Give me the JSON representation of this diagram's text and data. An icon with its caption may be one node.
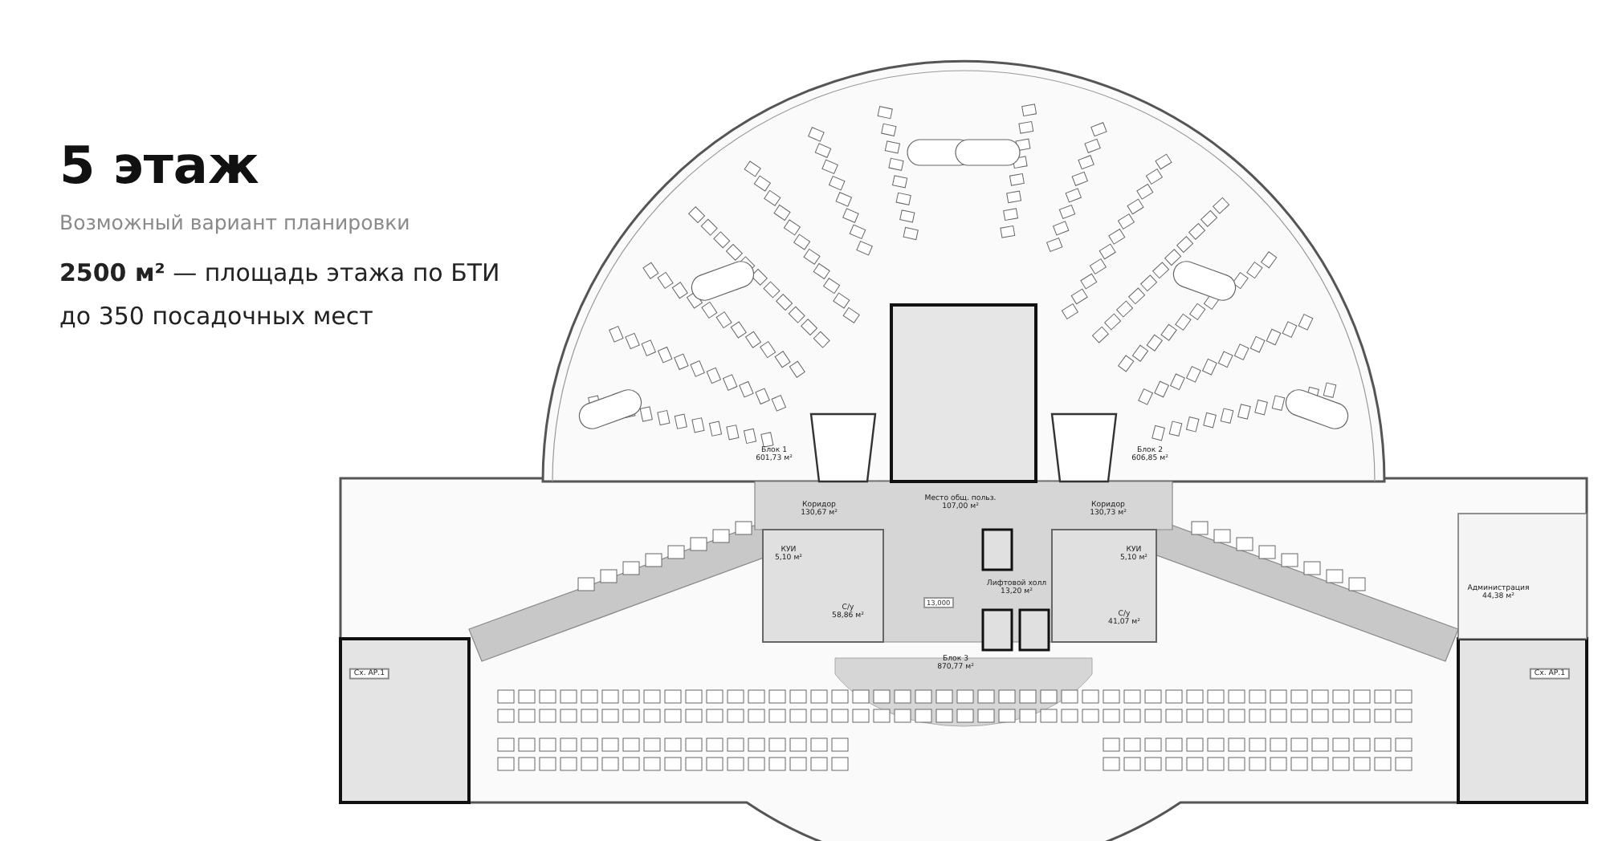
{
  "diagram": {
    "title": "5 этаж",
    "nodes": [
      {
        "text": [
          "Блок 1",
          "601,73 м²"
        ]
      },
      {
        "text": [
          "Коридор",
          "130,67 м²"
        ]
      },
      {
        "text": [
          "КУИ",
          "5,10 м²"
        ]
      },
      {
        "text": [
          "С/у",
          "58,86 м²"
        ]
      },
      {
        "text": [
          "Место общ. польз.",
          "107,00 м²"
        ]
      },
      {
        "text": [
          "Лифтовой холл",
          "13,20 м²"
        ]
      },
      {
        "text": [
          "Блок 3",
          "870,77 м²"
        ]
      },
      {
        "text": [
          "Блок 2",
          "606,85 м²"
        ]
      },
      {
        "text": [
          "Коридор",
          "130,73 м²"
        ]
      },
      {
        "text": [
          "КУИ",
          "5,10 м²"
        ]
      },
      {
        "text": [
          "С/у",
          "41,07 м²"
        ]
      },
      {
        "text": [
          "Администрация",
          "44,38 м²"
        ]
      },
      {
        "text": [
          "Сх. АР.1"
        ]
      },
      {
        "text": [
          "Сх. АР.1"
        ]
      }
    ],
    "labels": [
      "Возможный вариант планировки",
      "**2500 м²** — площадь этажа по БТИ",
      "до 350 посадочных мест",
      "13,000"
    ]
  }
}
